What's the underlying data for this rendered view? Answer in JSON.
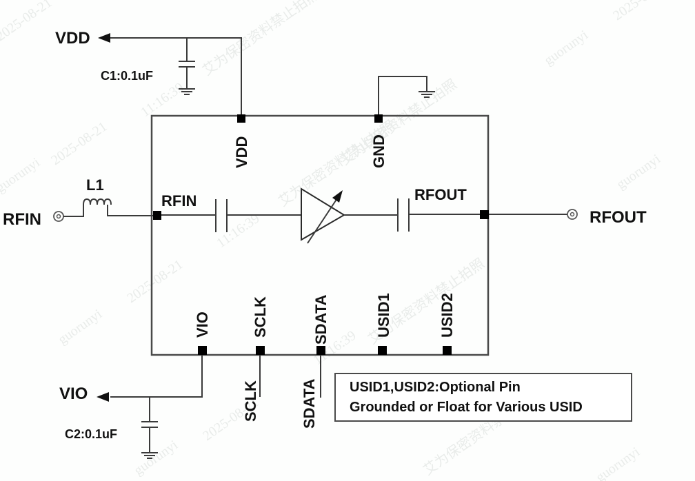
{
  "external_nets": {
    "vdd": "VDD",
    "vio": "VIO",
    "rfin": "RFIN",
    "rfout": "RFOUT"
  },
  "components": {
    "c1": "C1:0.1uF",
    "c2": "C2:0.1uF",
    "l1": "L1"
  },
  "chip_pins": {
    "vdd": "VDD",
    "gnd": "GND",
    "rfin": "RFIN",
    "rfout": "RFOUT",
    "vio": "VIO",
    "sclk": "SCLK",
    "sdata": "SDATA",
    "usid1": "USID1",
    "usid2": "USID2"
  },
  "ext_signals": {
    "sclk": "SCLK",
    "sdata": "SDATA"
  },
  "note": {
    "line1": "USID1,USID2:Optional Pin",
    "line2": "Grounded or Float for Various USID"
  },
  "watermarks": {
    "user": "guorunyi",
    "date": "2025-08-21",
    "time": "11:16:39",
    "notice": "艾为保密资料禁止拍照"
  }
}
